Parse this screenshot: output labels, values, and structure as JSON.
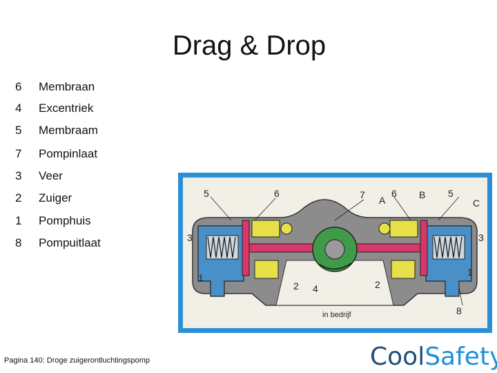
{
  "slide": {
    "title": "Drag & Drop",
    "footer": "Pagina 140: Droge zuigerontluchtingspomp"
  },
  "items": [
    {
      "num": "6",
      "label": "Membraan"
    },
    {
      "num": "4",
      "label": "Excentriek"
    },
    {
      "num": "5",
      "label": "Membraam"
    },
    {
      "num": "7",
      "label": "Pompinlaat"
    },
    {
      "num": "3",
      "label": "Veer"
    },
    {
      "num": "2",
      "label": "Zuiger"
    },
    {
      "num": "1",
      "label": "Pomphuis"
    },
    {
      "num": "8",
      "label": "Pompuitlaat"
    }
  ],
  "diagram": {
    "labels": {
      "l5": "5",
      "l6": "6",
      "l7": "7",
      "lA": "A",
      "l6b": "6",
      "lB": "B",
      "l5b": "5",
      "lC": "C",
      "l3": "3",
      "l1": "1",
      "l2": "2",
      "l4": "4",
      "l2b": "2",
      "l3b": "3",
      "l1b": "1",
      "l8": "8"
    },
    "caption": "in bedrijf"
  },
  "logo": {
    "part1": "Cool",
    "part2": "Safety"
  },
  "colors": {
    "frame": "#2d8fd6",
    "housing": "#8c8c8c",
    "blue_part": "#4a90c8",
    "rod": "#d6386a",
    "yellow_part": "#e8e048",
    "eccentric": "#3f9a4a"
  }
}
